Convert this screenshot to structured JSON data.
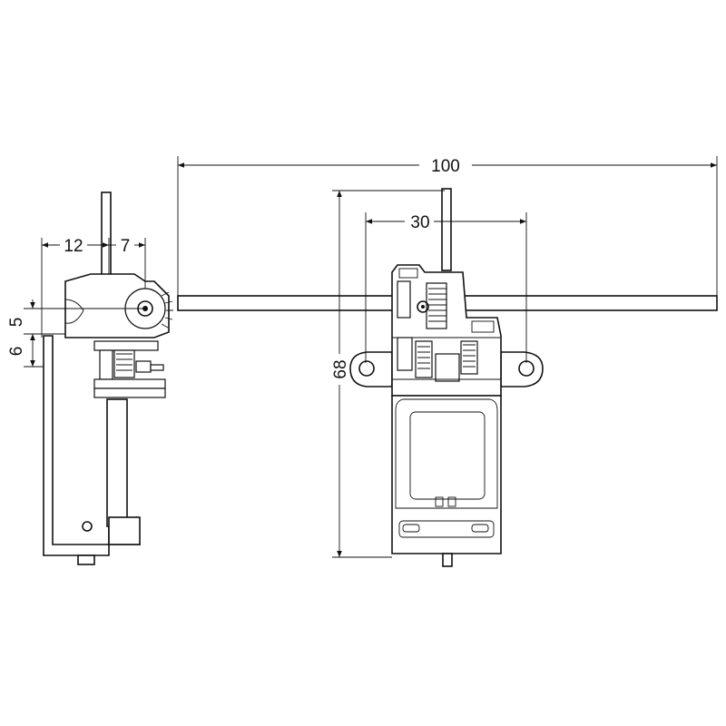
{
  "dimensions": {
    "overall_width": "100",
    "mount_spacing": "30",
    "height": "68",
    "side_left": "12",
    "side_right": "7",
    "side_upper": "5",
    "side_lower": "6"
  }
}
